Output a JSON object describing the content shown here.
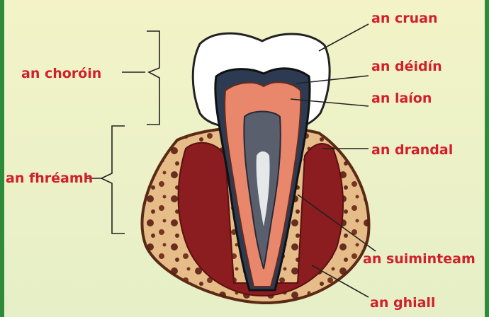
{
  "labels": {
    "crown": "an choróin",
    "root": "an fhréamh",
    "enamel": "an cruan",
    "dentine": "an déidín",
    "pulp": "an laíon",
    "gum": "an drandal",
    "cement": "an suiminteam",
    "jaw": "an ghiall"
  },
  "colors": {
    "label": "#d21f2a",
    "frame": "#2e8b3a",
    "background": "#f1f3c8"
  }
}
